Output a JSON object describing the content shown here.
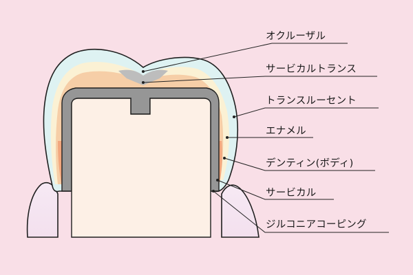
{
  "labels": {
    "occlusal": "オクルーザル",
    "subcervical_trans": "サービカルトランス",
    "translucent": "トランスルーセント",
    "enamel": "エナメル",
    "dentin": "デンティン(ボディ)",
    "cervical": "サービカル",
    "zirconia": "ジルコニアコーピング"
  },
  "colors": {
    "background": "#f9dfe7",
    "gum": "#f7e6f2",
    "translucent": "#def2f2",
    "enamel": "#fbf1d4",
    "dentin": "#f6cea7",
    "cervical": "#f2a77e",
    "coping": "#969696",
    "core": "#fdf0e6",
    "occlusal": "#bdbdbd"
  }
}
